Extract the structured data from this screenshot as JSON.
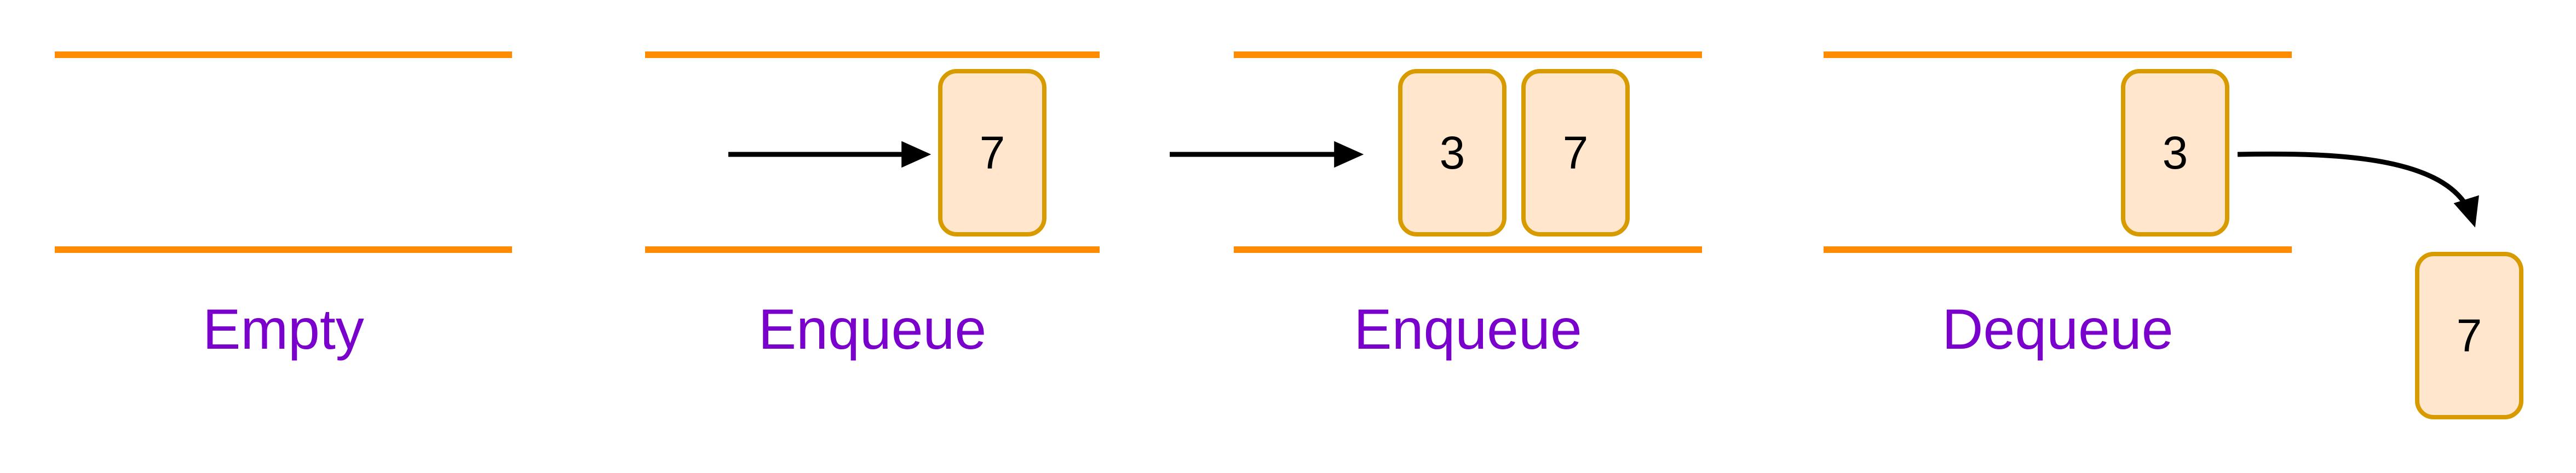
{
  "diagram": {
    "type": "queue-operations",
    "colors": {
      "background": "#FFFFFF",
      "queue_line": "#FF8C00",
      "box_fill": "#FFE6CC",
      "box_border": "#D79B00",
      "label_text": "#7A00CC",
      "number_text": "#000000",
      "arrow": "#000000"
    },
    "panels": [
      {
        "label": "Empty",
        "items": []
      },
      {
        "label": "Enqueue",
        "items": [
          "7"
        ],
        "arrow": "enqueue-in"
      },
      {
        "label": "Enqueue",
        "items": [
          "3",
          "7"
        ],
        "arrow": "enqueue-in"
      },
      {
        "label": "Dequeue",
        "items": [
          "3"
        ],
        "arrow": "dequeue-out",
        "dequeued": "7"
      }
    ]
  }
}
